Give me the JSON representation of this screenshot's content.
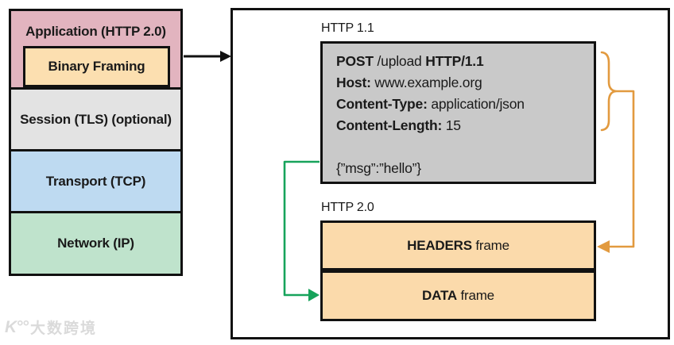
{
  "stack": {
    "layers": [
      {
        "label": "Application (HTTP 2.0)"
      },
      {
        "label": "Binary Framing"
      },
      {
        "label": "Session (TLS) (optional)"
      },
      {
        "label": "Transport (TCP)"
      },
      {
        "label": "Network (IP)"
      }
    ]
  },
  "panel": {
    "http11_label": "HTTP 1.1",
    "request": {
      "method": "POST",
      "target": " /upload ",
      "version": "HTTP/1.1",
      "host_key": "Host:",
      "host_value": " www.example.org",
      "content_type_key": "Content-Type:",
      "content_type_value": " application/json",
      "content_length_key": "Content-Length:",
      "content_length_value": " 15",
      "body": "{”msg”:”hello”}"
    },
    "http20_label": "HTTP 2.0",
    "frames": [
      {
        "name": "HEADERS",
        "suffix": " frame"
      },
      {
        "name": "DATA",
        "suffix": " frame"
      }
    ]
  },
  "watermark": {
    "icon": "K°°",
    "text": "大数跨境"
  },
  "colors": {
    "layer_application": "#e2b4bf",
    "layer_binary": "#fcdfb0",
    "layer_session": "#e3e3e3",
    "layer_transport": "#bedaf1",
    "layer_network": "#bfe3cc",
    "request_box": "#c9c9c9",
    "frame_box": "#fbdaab",
    "accent_orange": "#e29a3f",
    "accent_green": "#17a35b",
    "line_black": "#111111"
  }
}
